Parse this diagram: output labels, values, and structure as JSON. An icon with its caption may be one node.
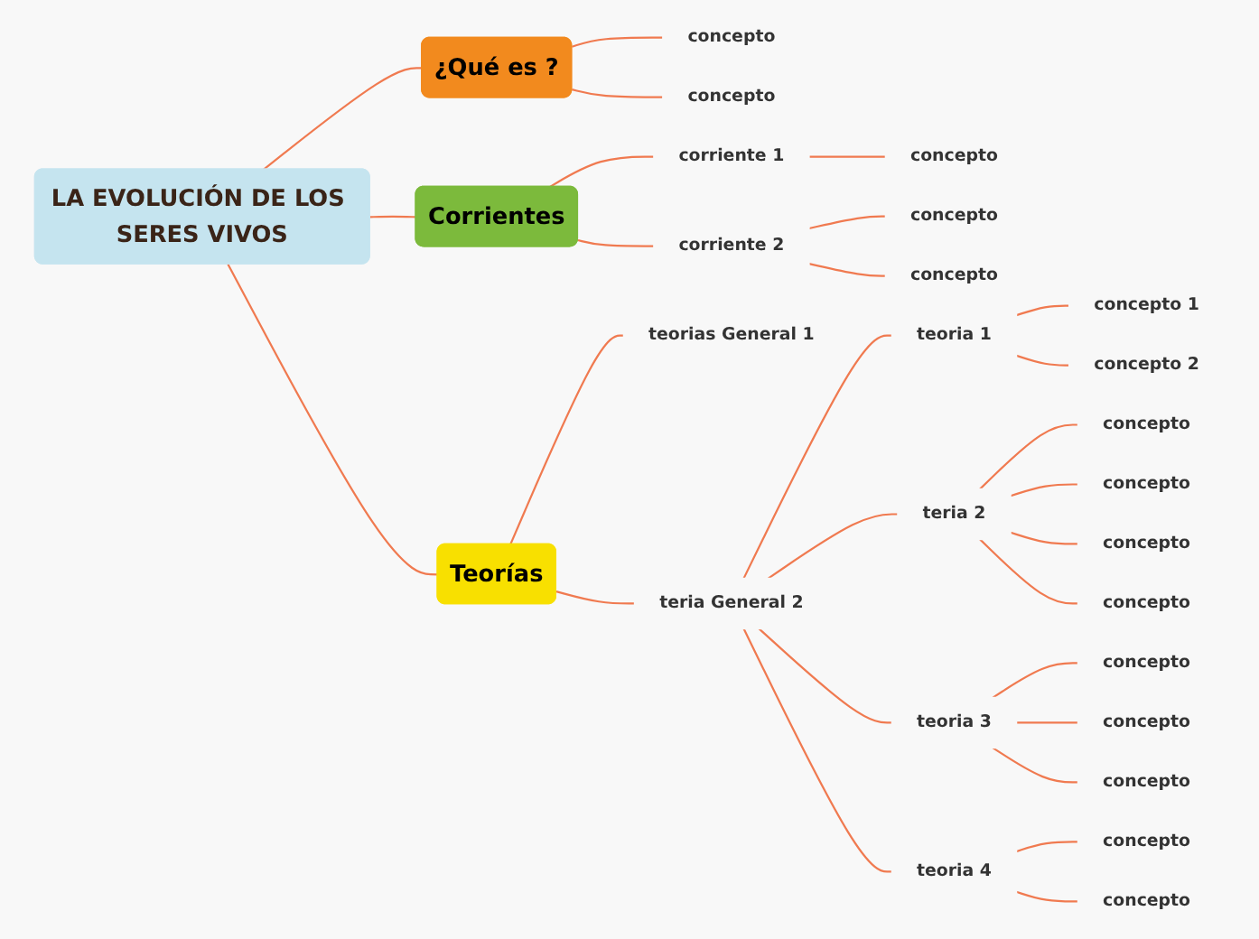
{
  "diagram": {
    "nodes": [
      {
        "text": [
          "LA EVOLUCIÓN DE LOS SERES VIVOS"
        ]
      },
      {
        "text": [
          "¿Qué es ?"
        ]
      },
      {
        "text": [
          "concepto"
        ]
      },
      {
        "text": [
          "concepto"
        ]
      },
      {
        "text": [
          "Corrientes"
        ]
      },
      {
        "text": [
          "corriente 1"
        ]
      },
      {
        "text": [
          "concepto"
        ]
      },
      {
        "text": [
          "corriente 2"
        ]
      },
      {
        "text": [
          "concepto"
        ]
      },
      {
        "text": [
          "concepto"
        ]
      },
      {
        "text": [
          "Teorías"
        ]
      },
      {
        "text": [
          "teorias General 1"
        ]
      },
      {
        "text": [
          "teria General 2"
        ]
      },
      {
        "text": [
          "teoria 1"
        ]
      },
      {
        "text": [
          "concepto 1"
        ]
      },
      {
        "text": [
          "concepto 2"
        ]
      },
      {
        "text": [
          "teria 2"
        ]
      },
      {
        "text": [
          "concepto"
        ]
      },
      {
        "text": [
          "concepto"
        ]
      },
      {
        "text": [
          "concepto"
        ]
      },
      {
        "text": [
          "concepto"
        ]
      },
      {
        "text": [
          "teoria 3"
        ]
      },
      {
        "text": [
          "concepto"
        ]
      },
      {
        "text": [
          "concepto"
        ]
      },
      {
        "text": [
          "concepto"
        ]
      },
      {
        "text": [
          "teoria 4"
        ]
      },
      {
        "text": [
          "concepto"
        ]
      },
      {
        "text": [
          "concepto"
        ]
      }
    ],
    "edges": [
      {
        "from": 0,
        "to": 1,
        "arrow": "none"
      },
      {
        "from": 1,
        "to": 2,
        "arrow": "none"
      },
      {
        "from": 1,
        "to": 3,
        "arrow": "none"
      },
      {
        "from": 0,
        "to": 4,
        "arrow": "none"
      },
      {
        "from": 4,
        "to": 5,
        "arrow": "none"
      },
      {
        "from": 5,
        "to": 6,
        "arrow": "none"
      },
      {
        "from": 4,
        "to": 7,
        "arrow": "none"
      },
      {
        "from": 7,
        "to": 8,
        "arrow": "none"
      },
      {
        "from": 7,
        "to": 9,
        "arrow": "none"
      },
      {
        "from": 0,
        "to": 10,
        "arrow": "none"
      },
      {
        "from": 10,
        "to": 11,
        "arrow": "none"
      },
      {
        "from": 10,
        "to": 12,
        "arrow": "none"
      },
      {
        "from": 12,
        "to": 13,
        "arrow": "none"
      },
      {
        "from": 13,
        "to": 14,
        "arrow": "none"
      },
      {
        "from": 13,
        "to": 15,
        "arrow": "none"
      },
      {
        "from": 12,
        "to": 16,
        "arrow": "none"
      },
      {
        "from": 16,
        "to": 17,
        "arrow": "none"
      },
      {
        "from": 16,
        "to": 18,
        "arrow": "none"
      },
      {
        "from": 16,
        "to": 19,
        "arrow": "none"
      },
      {
        "from": 16,
        "to": 20,
        "arrow": "none"
      },
      {
        "from": 12,
        "to": 21,
        "arrow": "none"
      },
      {
        "from": 21,
        "to": 22,
        "arrow": "none"
      },
      {
        "from": 21,
        "to": 23,
        "arrow": "none"
      },
      {
        "from": 21,
        "to": 24,
        "arrow": "none"
      },
      {
        "from": 12,
        "to": 25,
        "arrow": "none"
      },
      {
        "from": 25,
        "to": 26,
        "arrow": "none"
      },
      {
        "from": 25,
        "to": 27,
        "arrow": "none"
      }
    ]
  }
}
